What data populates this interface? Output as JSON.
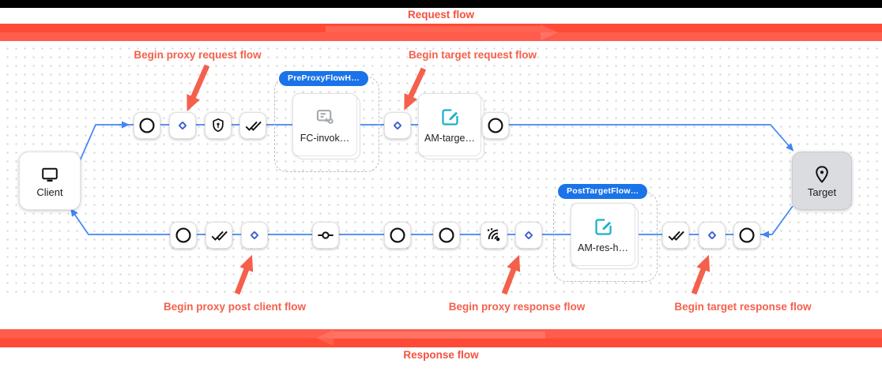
{
  "title_banners": {
    "request_flow_label": "Request flow",
    "response_flow_label": "Response flow"
  },
  "annotations": {
    "begin_proxy_request": {
      "label": "Begin proxy request flow"
    },
    "begin_target_request": {
      "label": "Begin target request flow"
    },
    "begin_proxy_post_client": {
      "label": "Begin proxy post client flow"
    },
    "begin_proxy_response": {
      "label": "Begin proxy response flow"
    },
    "begin_target_response": {
      "label": "Begin target response flow"
    }
  },
  "diagram": {
    "client_node": {
      "label": "Client",
      "icon": "monitor-icon"
    },
    "target_node": {
      "label": "Target",
      "icon": "place-pin-icon"
    },
    "request_path": {
      "steps": [
        "circle-icon",
        "condition-diamond-icon",
        "shield-key-icon",
        "double-check-icon"
      ],
      "pre_proxy_group": {
        "badge_label": "PreProxyFlowH…",
        "policy_card": {
          "label": "FC-invok…",
          "icon": "flow-callout-icon"
        }
      },
      "after_group_steps": [
        "condition-diamond-icon"
      ],
      "target_policy_card": {
        "label": "AM-targe…",
        "icon": "assign-message-icon"
      },
      "end_steps": [
        "circle-icon"
      ]
    },
    "response_path": {
      "steps_from_client": [
        "circle-icon",
        "double-check-icon",
        "condition-diamond-icon",
        "commit-icon",
        "circle-icon",
        "circle-icon",
        "signal-waves-icon",
        "condition-diamond-icon"
      ],
      "post_target_group": {
        "badge_label": "PostTargetFlow…",
        "policy_card": {
          "label": "AM-res-h…",
          "icon": "assign-message-icon"
        }
      },
      "steps_to_target": [
        "double-check-icon",
        "condition-diamond-icon",
        "circle-icon"
      ]
    }
  },
  "colors": {
    "banner_red": "#ff4a36",
    "banner_red_light": "#ff5c4d",
    "annotation_red": "#f4604c",
    "divider_red": "#ff4b3c",
    "connector_blue": "#4285f4",
    "diamond_blue": "#3d5fd0",
    "pill_blue": "#1a73e8",
    "policy_teal": "#16b1c9",
    "icon_gray": "#a6abb0",
    "target_node_gray": "#dadce0"
  }
}
